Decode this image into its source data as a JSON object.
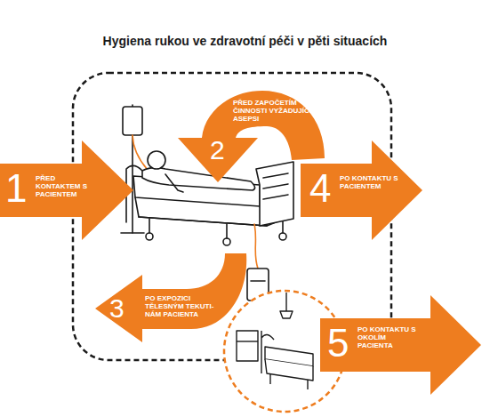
{
  "diagram": {
    "title": "Hygiena rukou ve zdravotní péči v pěti situacích",
    "nodes": [
      {
        "text": [
          "1",
          "PŘED KONTAKTEM S PACIENTEM"
        ]
      },
      {
        "text": [
          "2",
          "PŘED ZAPOČETÍM ČINNOSTI VYŽADUJÍCÍ ASEPSI"
        ]
      },
      {
        "text": [
          "4",
          "PO KONTAKTU S PACIENTEM"
        ]
      },
      {
        "text": [
          "3",
          "PO EXPOZICI TĚLESNÝM TEKUTI- NÁM PACIENTA"
        ]
      },
      {
        "text": [
          "5",
          "PO KONTAKTU S OKOLÍM PACIENTA"
        ]
      }
    ]
  }
}
